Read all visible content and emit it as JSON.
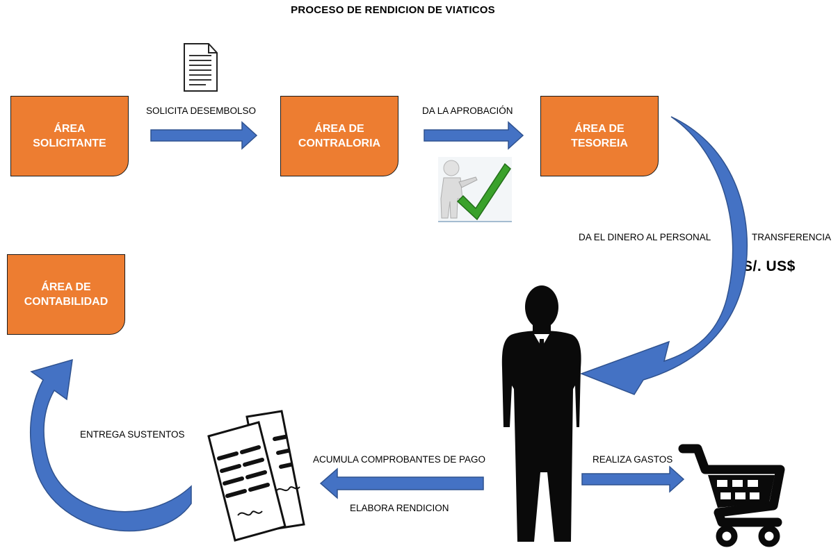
{
  "title": "PROCESO DE RENDICION DE VIATICOS",
  "boxes": {
    "solicitante": "ÁREA\nSOLICITANTE",
    "contraloria": "ÁREA DE\nCONTRALORIA",
    "tesoreria": "ÁREA DE\nTESOREIA",
    "contabilidad": "ÁREA DE\nCONTABILIDAD"
  },
  "labels": {
    "solicita": "SOLICITA DESEMBOLSO",
    "aprobacion": "DA LA APROBACIÓN",
    "dinero": "DA EL DINERO AL PERSONAL",
    "transferencia": "TRANSFERENCIA",
    "moneda": "S/.  US$",
    "entrega": "ENTREGA SUSTENTOS",
    "acumula": "ACUMULA COMPROBANTES DE PAGO",
    "elabora": "ELABORA RENDICION",
    "gastos": "REALIZA GASTOS"
  },
  "icons": [
    "document-icon",
    "approval-checkmark-icon",
    "businessman-silhouette-icon",
    "receipts-papers-icon",
    "shopping-cart-icon"
  ],
  "colors": {
    "box_fill": "#ED7D31",
    "arrow_fill": "#4472C4",
    "arrow_stroke": "#2F528F"
  }
}
